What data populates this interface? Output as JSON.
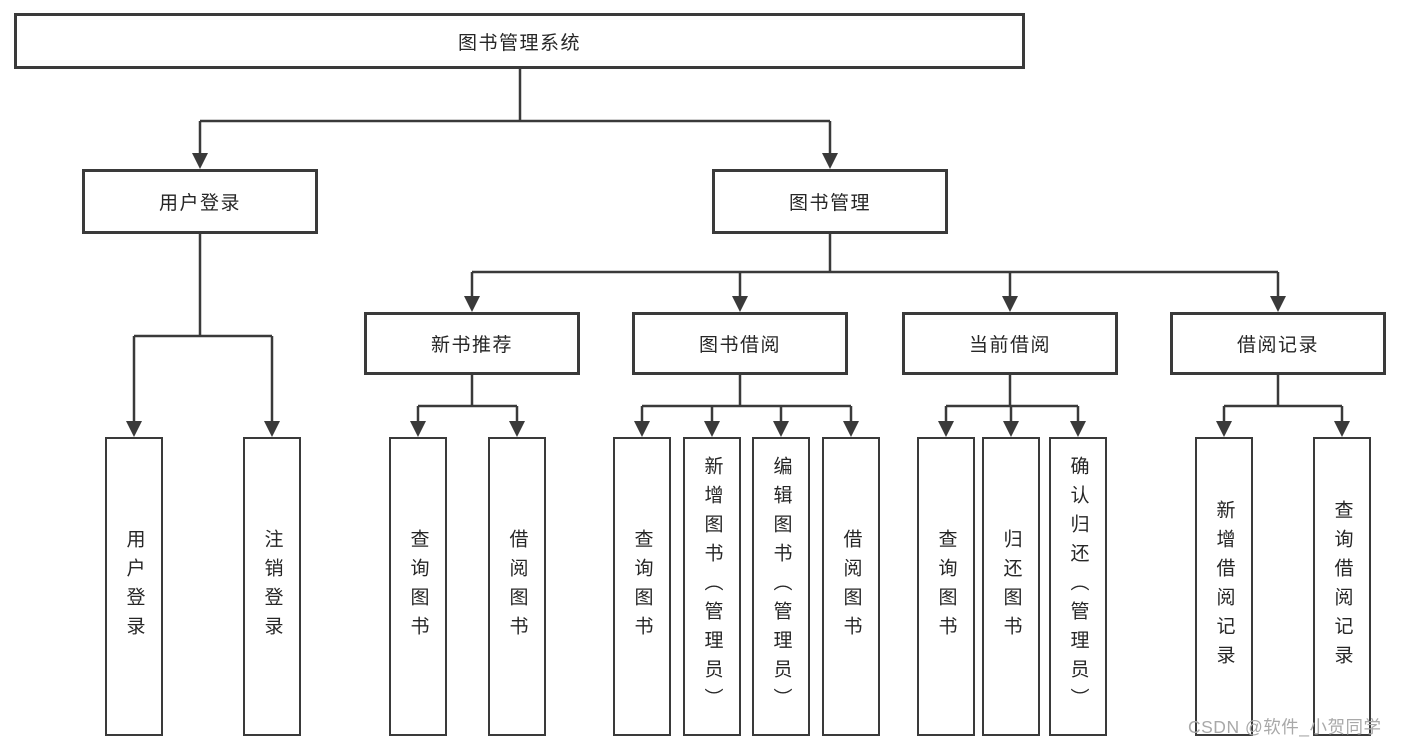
{
  "diagram": {
    "root": {
      "label": "图书管理系统"
    },
    "userLogin": {
      "label": "用户登录",
      "children": [
        {
          "label": "用户登录"
        },
        {
          "label": "注销登录"
        }
      ]
    },
    "bookManagement": {
      "label": "图书管理",
      "sections": [
        {
          "label": "新书推荐",
          "children": [
            {
              "label": "查询图书"
            },
            {
              "label": "借阅图书"
            }
          ]
        },
        {
          "label": "图书借阅",
          "children": [
            {
              "label": "查询图书"
            },
            {
              "label": "新增图书（管理员）"
            },
            {
              "label": "编辑图书（管理员）"
            },
            {
              "label": "借阅图书"
            }
          ]
        },
        {
          "label": "当前借阅",
          "children": [
            {
              "label": "查询图书"
            },
            {
              "label": "归还图书"
            },
            {
              "label": "确认归还（管理员）"
            }
          ]
        },
        {
          "label": "借阅记录",
          "children": [
            {
              "label": "新增借阅记录"
            },
            {
              "label": "查询借阅记录"
            }
          ]
        }
      ]
    }
  },
  "watermark": {
    "text": "CSDN @软件_小贺同学"
  },
  "colors": {
    "line": "#3a3a3a",
    "border": "#3a3a3a",
    "text": "#262626",
    "watermark": "#a9a9a9",
    "background": "#ffffff"
  }
}
